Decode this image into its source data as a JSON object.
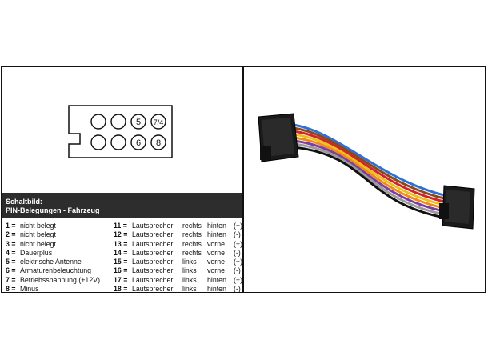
{
  "connector": {
    "pins_top": [
      "",
      "",
      "5",
      "7/4"
    ],
    "pins_bottom": [
      "",
      "",
      "6",
      "8"
    ],
    "colors": {
      "stroke": "#111111",
      "fill": "#ffffff"
    }
  },
  "header": {
    "title": "Schaltbild:",
    "subtitle": "PIN-Belegungen - Fahrzeug",
    "bg_color": "#2d2d2d"
  },
  "pins_left": [
    {
      "num": "1 =",
      "desc": "nicht belegt"
    },
    {
      "num": "2 =",
      "desc": "nicht belegt"
    },
    {
      "num": "3 =",
      "desc": "nicht belegt"
    },
    {
      "num": "4 =",
      "desc": "Dauerplus"
    },
    {
      "num": "5 =",
      "desc": "elektrische Antenne"
    },
    {
      "num": "6 =",
      "desc": "Armaturenbeleuchtung"
    },
    {
      "num": "7 =",
      "desc": "Betriebsspannung (+12V)"
    },
    {
      "num": "8 =",
      "desc": "Minus"
    }
  ],
  "pins_right": [
    {
      "num": "11 =",
      "desc": "Lautsprecher",
      "side": "rechts",
      "pos": "hinten",
      "pol": "(+)"
    },
    {
      "num": "12 =",
      "desc": "Lautsprecher",
      "side": "rechts",
      "pos": "hinten",
      "pol": "(-)"
    },
    {
      "num": "13 =",
      "desc": "Lautsprecher",
      "side": "rechts",
      "pos": "vorne",
      "pol": "(+)"
    },
    {
      "num": "14 =",
      "desc": "Lautsprecher",
      "side": "rechts",
      "pos": "vorne",
      "pol": "(-)"
    },
    {
      "num": "15 =",
      "desc": "Lautsprecher",
      "side": "links",
      "pos": "vorne",
      "pol": "(+)"
    },
    {
      "num": "16 =",
      "desc": "Lautsprecher",
      "side": "links",
      "pos": "vorne",
      "pol": "(-)"
    },
    {
      "num": "17 =",
      "desc": "Lautsprecher",
      "side": "links",
      "pos": "hinten",
      "pol": "(+)"
    },
    {
      "num": "18 =",
      "desc": "Lautsprecher",
      "side": "links",
      "pos": "hinten",
      "pol": "(-)"
    }
  ],
  "wire_colors": [
    "#2f6fd6",
    "#8a4a1c",
    "#d3242a",
    "#e8c21a",
    "#f28a1c",
    "#7b3fa0",
    "#9a9a9a",
    "#111111"
  ]
}
